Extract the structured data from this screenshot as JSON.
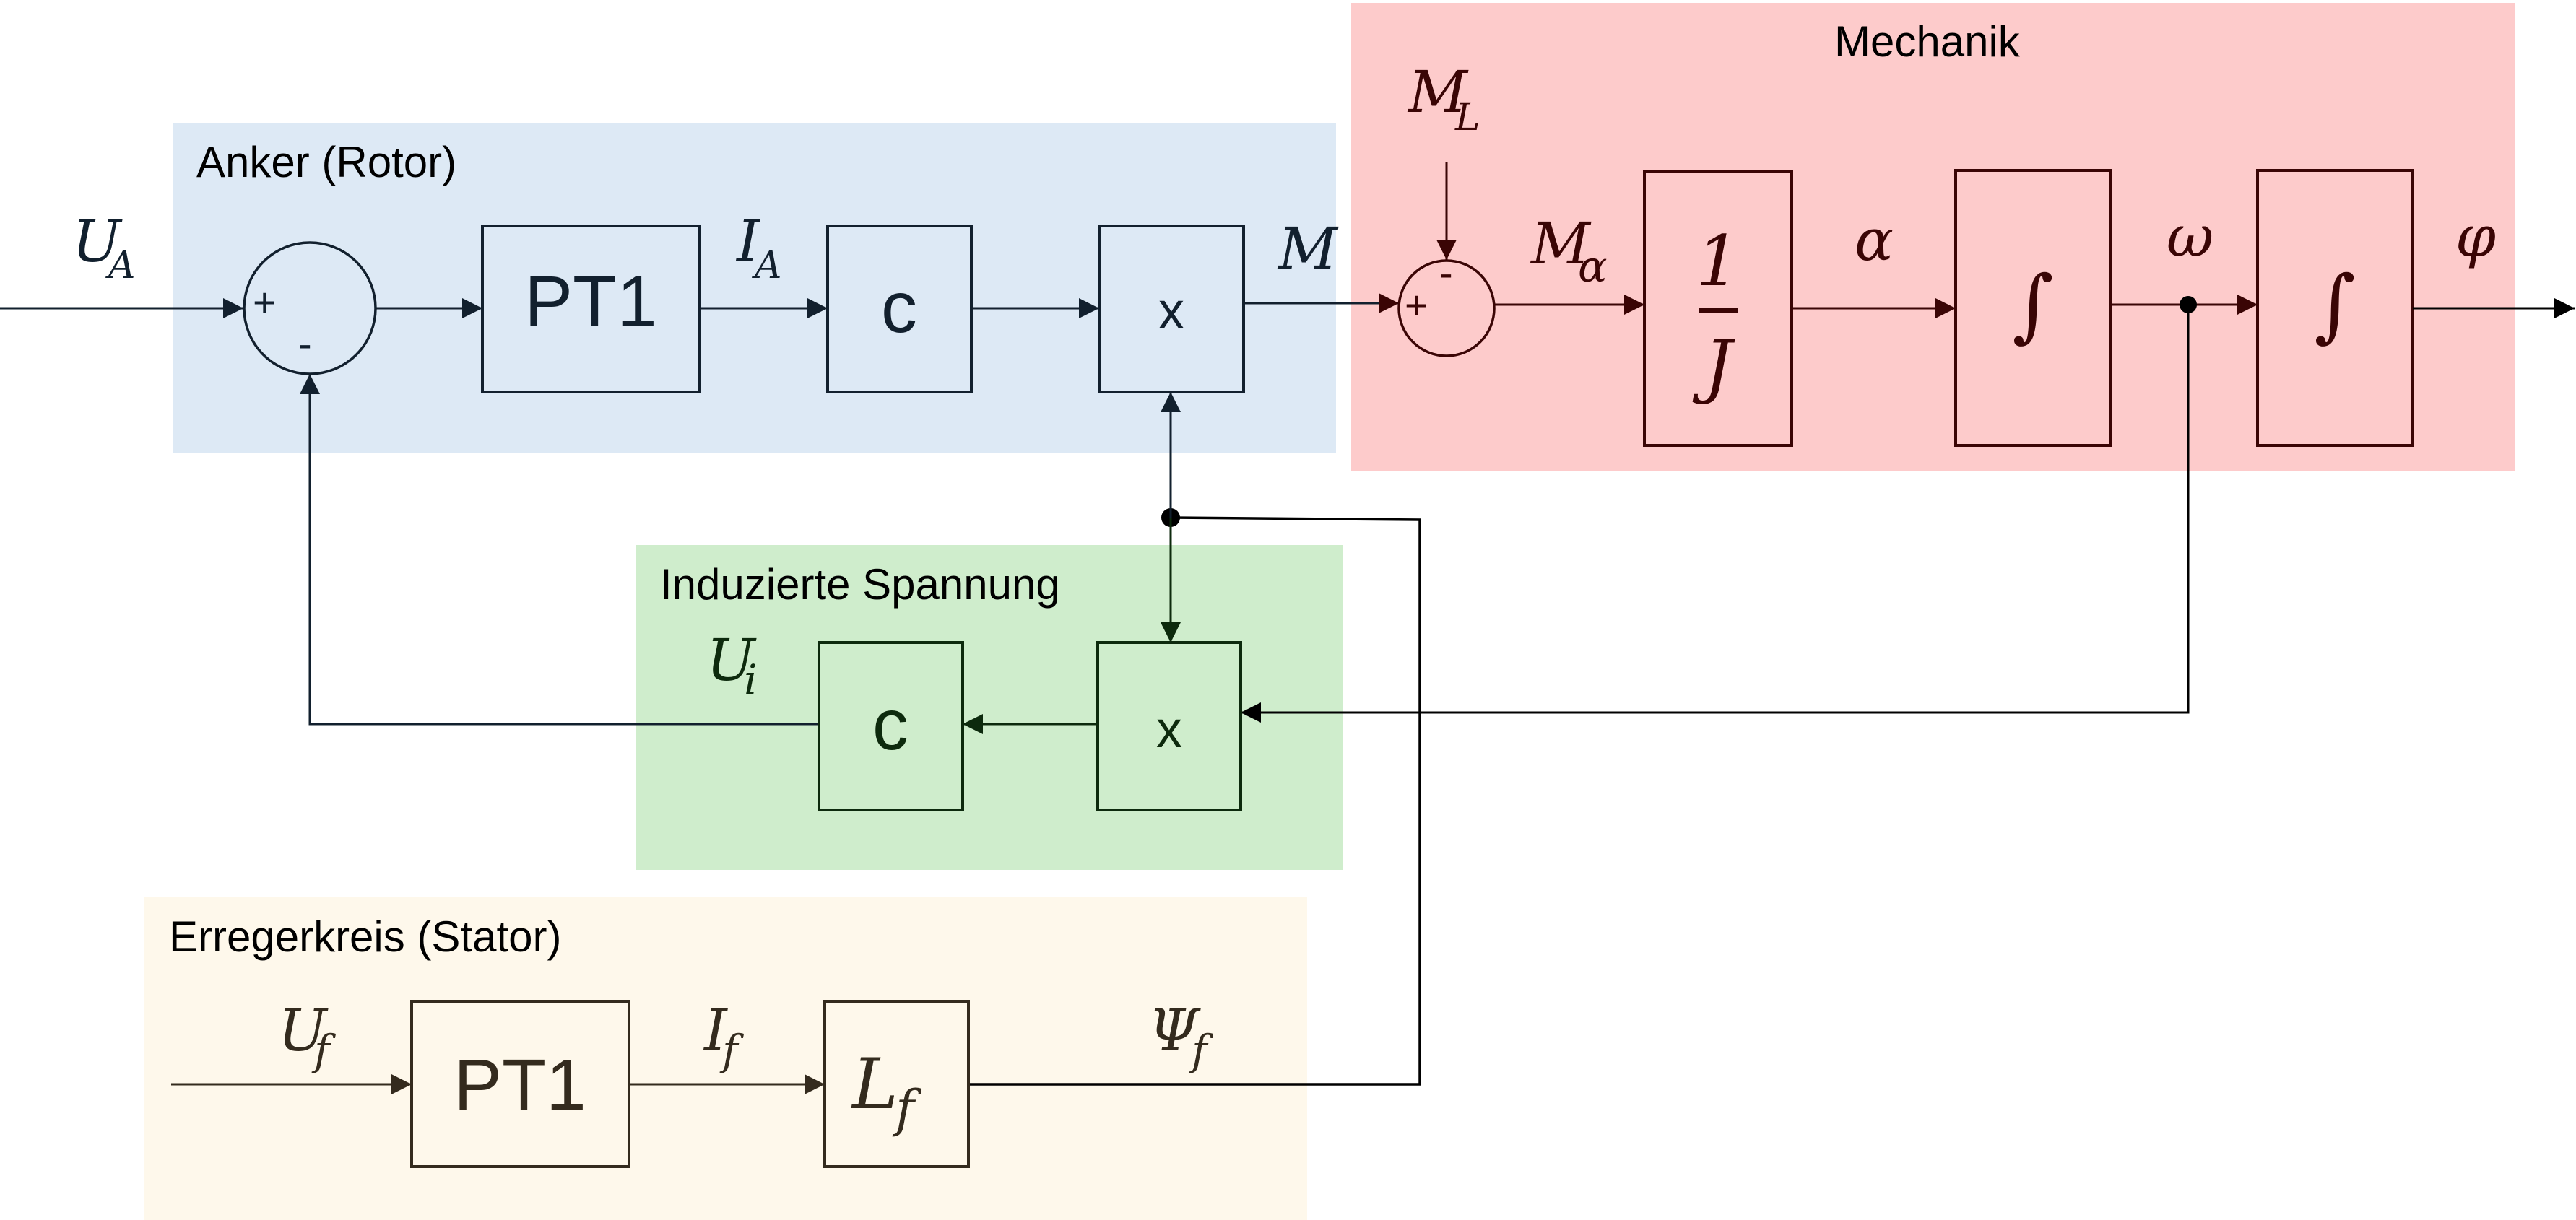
{
  "diagram": {
    "type": "block-diagram",
    "groups": {
      "anker": {
        "title": "Anker (Rotor)",
        "color": "#dde9f5"
      },
      "mechanik": {
        "title": "Mechanik",
        "color": "#fdcbcb"
      },
      "induziert": {
        "title": "Induzierte Spannung",
        "color": "#cfedcc"
      },
      "erreger": {
        "title": "Erregerkreis (Stator)",
        "color": "#fef8eb"
      }
    },
    "blocks": {
      "anker_pt1": "PT1",
      "anker_c": "c",
      "anker_mult": "x",
      "mech_inv_j_num": "1",
      "mech_inv_j_den": "J",
      "mech_int1": "∫",
      "mech_int2": "∫",
      "ind_c": "c",
      "ind_mult": "x",
      "err_pt1": "PT1",
      "err_lf_main": "L",
      "err_lf_sub": "f"
    },
    "summing_junctions": {
      "anker_sum": {
        "plus": "+",
        "minus": "-"
      },
      "mech_sum": {
        "plus": "+",
        "minus": "-"
      }
    },
    "signals": {
      "ua": {
        "main": "U",
        "sub": "A"
      },
      "ia": {
        "main": "I",
        "sub": "A"
      },
      "m": {
        "main": "M",
        "sub": ""
      },
      "ml": {
        "main": "M",
        "sub": "L"
      },
      "malpha": {
        "main": "M",
        "sub": "α"
      },
      "alpha": {
        "main": "α",
        "sub": ""
      },
      "omega": {
        "main": "ω",
        "sub": ""
      },
      "phi": {
        "main": "φ",
        "sub": ""
      },
      "ui": {
        "main": "U",
        "sub": "i"
      },
      "uf": {
        "main": "U",
        "sub": "f"
      },
      "if": {
        "main": "I",
        "sub": "f"
      },
      "psif": {
        "main": "Ψ",
        "sub": "f"
      }
    },
    "colors": {
      "anker_stroke": "#12202e",
      "mech_stroke": "#3a0505",
      "ind_stroke": "#0d2a0d",
      "err_stroke": "#342b1e",
      "wire": "#000000"
    }
  }
}
